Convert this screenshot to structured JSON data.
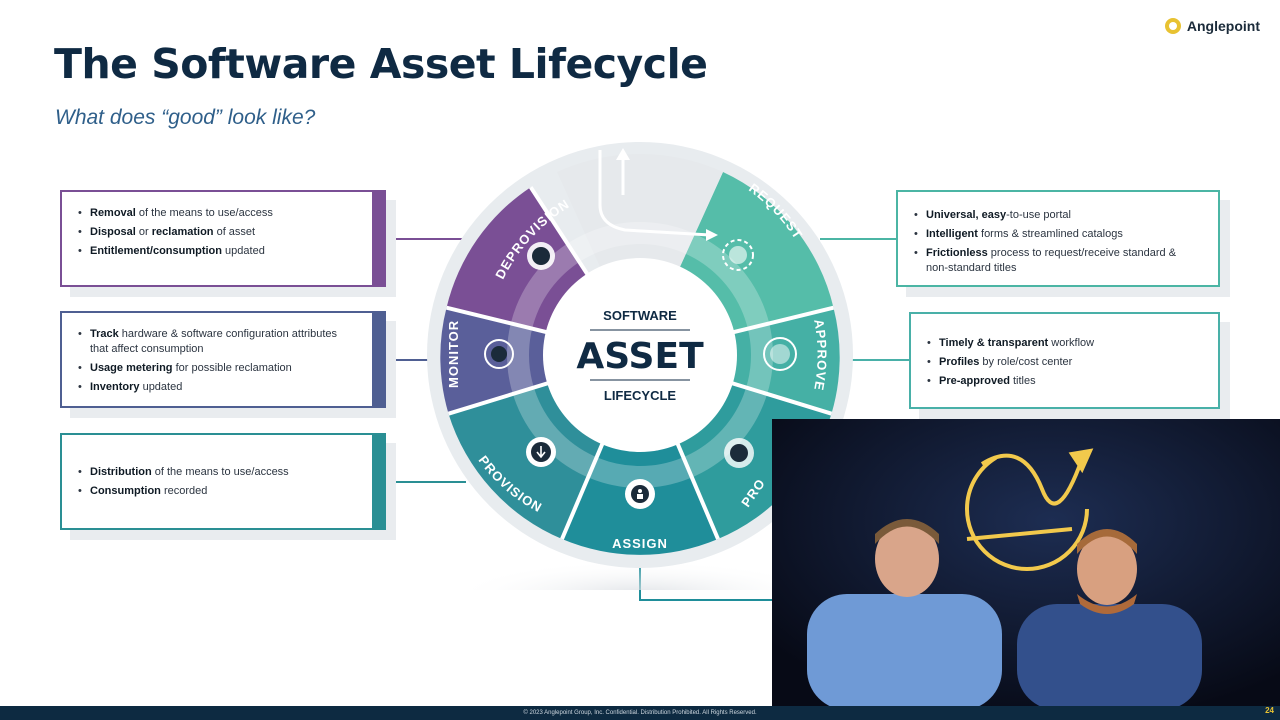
{
  "header": {
    "title": "The Software Asset Lifecycle",
    "subtitle": "What does “good” look like?",
    "logo_text": "Anglepoint"
  },
  "center": {
    "top": "SOFTWARE",
    "main": "ASSET",
    "bottom": "LIFECYCLE"
  },
  "stages": {
    "deprovision": "DEPROVISION",
    "request": "REQUEST",
    "approve": "APPROVE",
    "procure": "PRO",
    "assign": "ASSIGN",
    "provision": "PROVISION",
    "monitor": "MONITOR"
  },
  "boxes": {
    "deprovision": [
      {
        "bold": "Removal",
        "text": " of the means to use/access"
      },
      {
        "bold": "Disposal",
        "text": " or ",
        "bold2": "reclamation",
        "text2": " of asset"
      },
      {
        "bold": "Entitlement/consumption",
        "text": " updated"
      }
    ],
    "monitor": [
      {
        "bold": "Track",
        "text": " hardware & software configuration attributes that affect consumption"
      },
      {
        "bold": "Usage metering",
        "text": " for possible reclamation"
      },
      {
        "bold": "Inventory",
        "text": " updated"
      }
    ],
    "provision": [
      {
        "bold": "Distribution",
        "text": " of the means to use/access"
      },
      {
        "bold": "Consumption",
        "text": " recorded"
      }
    ],
    "request": [
      {
        "bold": "Universal, easy",
        "text": "-to-use portal"
      },
      {
        "bold": "Intelligent",
        "text": " forms & streamlined catalogs"
      },
      {
        "bold": "Frictionless",
        "text": " process to request/receive standard & non-standard titles"
      }
    ],
    "approve": [
      {
        "bold": "Timely & transparent",
        "text": " workflow"
      },
      {
        "bold": "Profiles",
        "text": " by role/cost center"
      },
      {
        "bold": "Pre-approved",
        "text": " titles"
      }
    ]
  },
  "footer": {
    "copyright": "© 2023 Anglepoint Group, Inc. Confidential. Distribution Prohibited. All Rights Reserved.",
    "page": "24"
  },
  "colors": {
    "deprovision": "#7a4f95",
    "monitor": "#4f5f92",
    "provision": "#2a8f94",
    "assign": "#1f8e9a",
    "request": "#4bb5a4",
    "approve": "#3fa9a4",
    "procure": "#2f9c9d",
    "title": "#0f2a43"
  }
}
